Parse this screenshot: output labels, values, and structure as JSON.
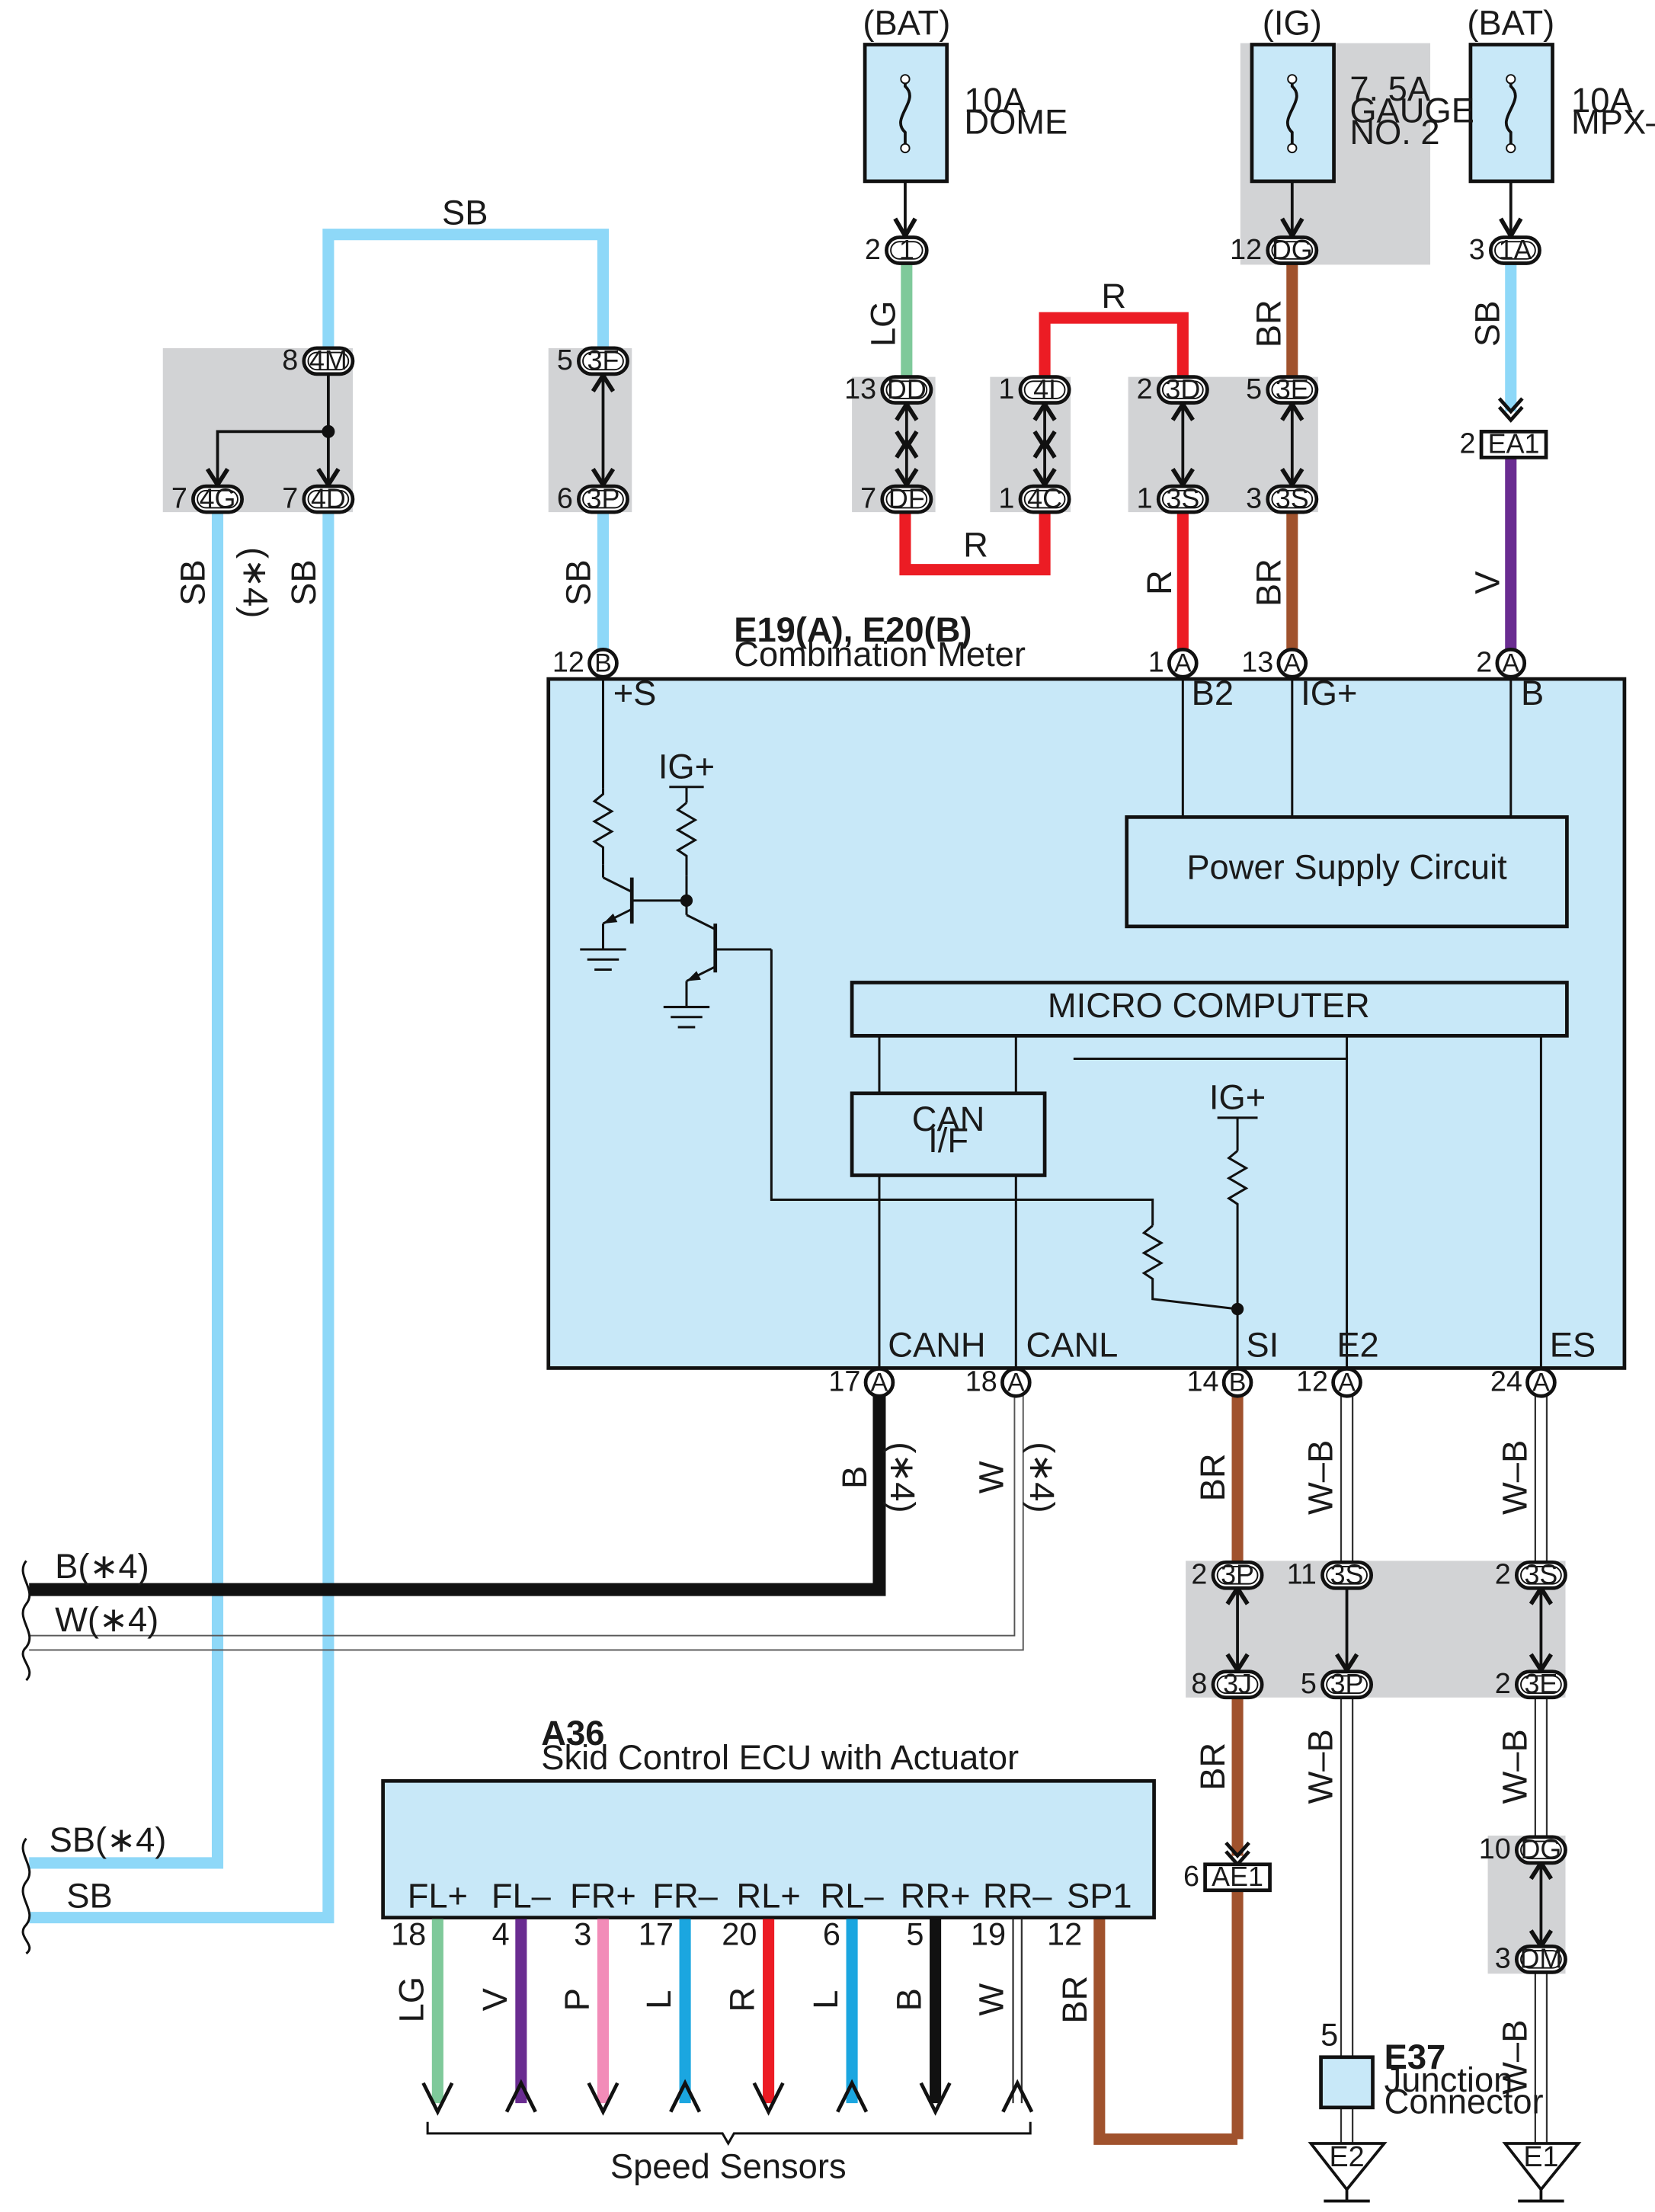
{
  "colors": {
    "sb": "#8ed8f8",
    "lg": "#7fc99a",
    "red": "#ec1c24",
    "brown": "#a0522d",
    "violet": "#6a2c91",
    "pink": "#f28cb8",
    "blue": "#1ba6e0",
    "black": "#111111",
    "box_fill": "#c8e8f8",
    "shade": "#d2d3d5"
  },
  "power_sources": [
    {
      "id": "dome",
      "supply": "(BAT)",
      "rating": "10A",
      "name": "DOME"
    },
    {
      "id": "gauge",
      "supply": "(IG)",
      "rating": "7. 5A",
      "name": "GAUGE\nNO. 2"
    },
    {
      "id": "mpxb",
      "supply": "(BAT)",
      "rating": "10A",
      "name": "MPX–B"
    }
  ],
  "connectors": {
    "c_1": "1",
    "c_1A": "1A",
    "c_DG": "DG",
    "c_DD": "DD",
    "c_DF": "DF",
    "c_4I": "4I",
    "c_4C": "4C",
    "c_3D": "3D",
    "c_3S_a": "3S",
    "c_3E_a": "3E",
    "c_3S_b": "3S",
    "c_EA1": "EA1",
    "c_4M": "4M",
    "c_4G": "4G",
    "c_4D": "4D",
    "c_3F": "3F",
    "c_3P_a": "3P",
    "c_B12": "B",
    "c_A1": "A",
    "c_A13": "A",
    "c_A2": "A",
    "c_A17": "A",
    "c_A18": "A",
    "c_B14": "B",
    "c_A12": "A",
    "c_A24": "A",
    "c_3P_b": "3P",
    "c_3S_c": "3S",
    "c_3S_d": "3S",
    "c_3J": "3J",
    "c_3P_c": "3P",
    "c_3E_b": "3E",
    "c_AE1": "AE1",
    "c_DG_b": "DG",
    "c_DM": "DM",
    "c_E2": "E2",
    "c_E1": "E1"
  },
  "pins": {
    "p_dome": "2",
    "p_gauge": "12",
    "p_mpxb": "3",
    "p_DD": "13",
    "p_DF": "7",
    "p_4I": "1",
    "p_4C": "1",
    "p_3D": "2",
    "p_3S_a": "1",
    "p_3E_a": "5",
    "p_3S_b": "3",
    "p_EA1": "2",
    "p_4M": "8",
    "p_4G": "7",
    "p_4D": "7",
    "p_3F": "5",
    "p_3P_a": "6",
    "p_B12": "12",
    "p_A1": "1",
    "p_A13": "13",
    "p_A2": "2",
    "p_A17": "17",
    "p_A18": "18",
    "p_B14": "14",
    "p_A12": "12",
    "p_A24": "24",
    "p_3P_b": "2",
    "p_3S_c": "11",
    "p_3S_d": "2",
    "p_3J": "8",
    "p_3P_c": "5",
    "p_3E_b": "2",
    "p_AE1": "6",
    "p_DG_b": "10",
    "p_DM": "3",
    "p_E37": "5"
  },
  "wire_labels": {
    "w_sb_top": "SB",
    "w_lg": "LG",
    "w_r_top": "R",
    "w_br_top": "BR",
    "w_sb_right": "SB",
    "w_r_loop": "R",
    "w_r_meter": "R",
    "w_br_meter": "BR",
    "w_v": "V",
    "w_sb_4g": "SB",
    "w_star4_4g": "(∗4)",
    "w_sb_4d": "SB",
    "w_sb_3p": "SB",
    "w_b": "B",
    "w_star4_b": "(∗4)",
    "w_w": "W",
    "w_star4_w": "(∗4)",
    "w_br_si": "BR",
    "w_wb_e2": "W–B",
    "w_wb_es": "W–B",
    "w_br_lower": "BR",
    "w_wb_lower": "W–B",
    "w_wb_es_lower": "W–B",
    "w_wb_e1": "W–B",
    "w_sp1_br": "BR"
  },
  "left_edge": {
    "b": "B(∗4)",
    "w": "W(∗4)",
    "sb4": "SB(∗4)",
    "sb": "SB"
  },
  "meter": {
    "code": "E19(A), E20(B)",
    "name": "Combination Meter",
    "term_s": "+S",
    "term_b2": "B2",
    "term_ig": "IG+",
    "term_b": "B",
    "ig_left": "IG+",
    "ig_right": "IG+",
    "psc": "Power Supply Circuit",
    "mcu": "MICRO COMPUTER",
    "can_if": "CAN\nI/F",
    "term_canh": "CANH",
    "term_canl": "CANL",
    "term_si": "SI",
    "term_e2": "E2",
    "term_es": "ES"
  },
  "ecu": {
    "code": "A36",
    "name": "Skid Control ECU with Actuator",
    "terminals": [
      {
        "name": "FL+",
        "pin": "18",
        "wire": "LG",
        "color": "#7fc99a",
        "dir": "down"
      },
      {
        "name": "FL–",
        "pin": "4",
        "wire": "V",
        "color": "#6a2c91",
        "dir": "up"
      },
      {
        "name": "FR+",
        "pin": "3",
        "wire": "P",
        "color": "#f28cb8",
        "dir": "down"
      },
      {
        "name": "FR–",
        "pin": "17",
        "wire": "L",
        "color": "#1ba6e0",
        "dir": "up"
      },
      {
        "name": "RL+",
        "pin": "20",
        "wire": "R",
        "color": "#ec1c24",
        "dir": "down"
      },
      {
        "name": "RL–",
        "pin": "6",
        "wire": "L",
        "color": "#1ba6e0",
        "dir": "up"
      },
      {
        "name": "RR+",
        "pin": "5",
        "wire": "B",
        "color": "#111111",
        "dir": "down"
      },
      {
        "name": "RR–",
        "pin": "19",
        "wire": "W",
        "color": "#ffffff",
        "dir": "up"
      }
    ],
    "sp1": {
      "name": "SP1",
      "pin": "12"
    },
    "speed_sensors": "Speed Sensors"
  },
  "junction": {
    "code": "E37",
    "name": "Junction\nConnector"
  }
}
